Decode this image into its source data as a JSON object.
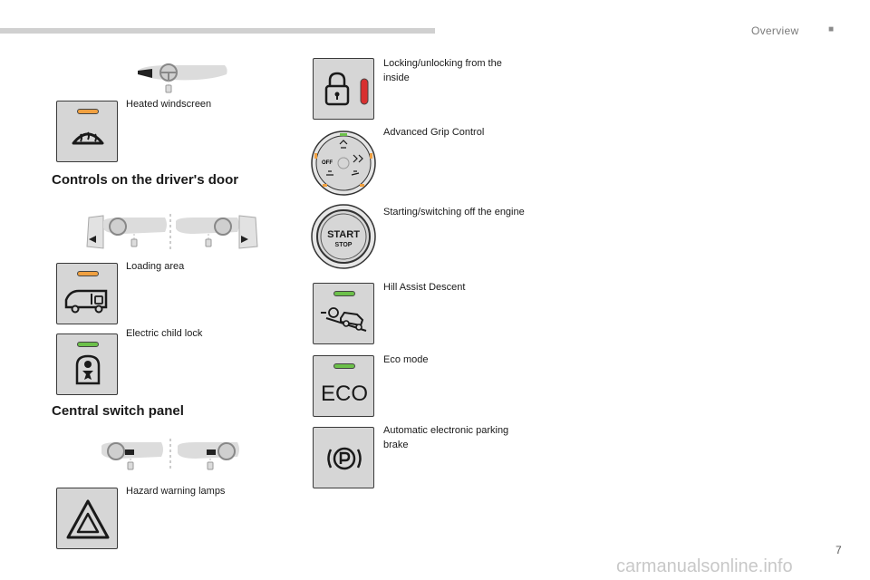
{
  "header": {
    "section_title": "Overview",
    "square": "■"
  },
  "page_number": "7",
  "watermark": "carmanualsonline.info",
  "headings": {
    "driver_door": "Controls on the driver's door",
    "central_panel": "Central switch panel"
  },
  "labels": {
    "heated_windscreen": "Heated windscreen",
    "loading_area": "Loading area",
    "electric_child_lock": "Electric child lock",
    "hazard_warning_lamps": "Hazard warning lamps",
    "locking_unlocking": "Locking/unlocking from the inside",
    "advanced_grip_control": "Advanced Grip Control",
    "starting_switching": "Starting/switching off the engine",
    "hill_assist_descent": "Hill Assist Descent",
    "eco_mode": "Eco mode",
    "parking_brake": "Automatic electronic parking brake"
  },
  "buttons": {
    "eco_text": "ECO",
    "start_text": "START",
    "stop_text": "STOP",
    "grip_off_text": "OFF"
  },
  "colors": {
    "led_orange": "#f0a040",
    "led_green": "#6cc04a",
    "led_red": "#d83030",
    "button_bg": "#d6d6d6"
  }
}
